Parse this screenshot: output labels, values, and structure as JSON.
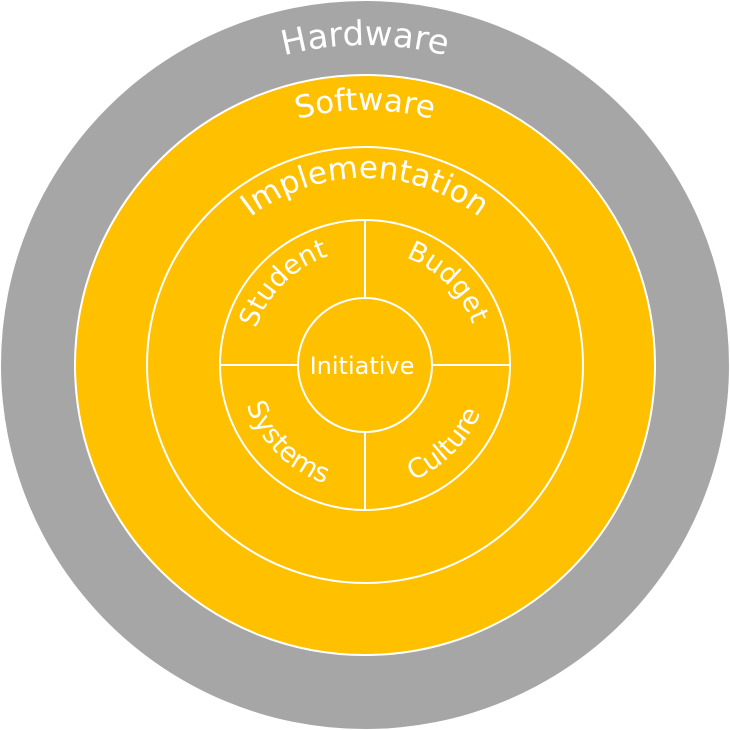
{
  "colors": {
    "outer_ring": "#a6a6a6",
    "inner_fill": "#ffc000",
    "lines": "#ffffff",
    "text": "#ffffff"
  },
  "rings": {
    "hardware": "Hardware",
    "software": "Software",
    "implementation": "Implementation"
  },
  "segments": {
    "student": "Student",
    "budget": "Budget",
    "culture": "Culture",
    "systems": "Systems"
  },
  "center": "Initiative"
}
